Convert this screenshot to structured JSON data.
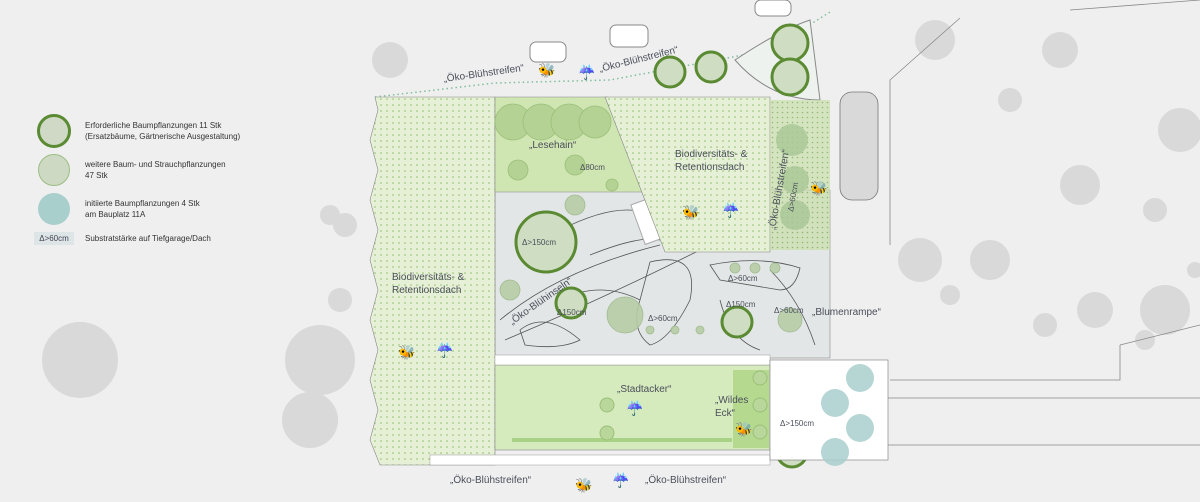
{
  "legend": [
    {
      "line1": "Erforderliche Baumpflanzungen 11 Stk",
      "line2": "(Ersatzbäume, Gärtnerische Ausgestaltung)"
    },
    {
      "line1": "weitere Baum- und Strauchpflanzungen",
      "line2": "47 Stk"
    },
    {
      "line1": "initiierte Baumpflanzungen  4 Stk",
      "line2": "am Bauplatz 11A"
    },
    {
      "tag": "Δ>60cm",
      "line1": "Substratstärke auf Tiefgarage/Dach"
    }
  ],
  "labels": {
    "bluehstreifen_top_left": "„Öko-Blühstreifen“",
    "bluehstreifen_top_mid": "„Öko-Blühstreifen“",
    "bluehstreifen_right": "„Öko-Blühstreifen“",
    "bluehstreifen_bottom_left": "„Öko-Blühstreifen“",
    "bluehstreifen_bottom_right": "„Öko-Blühstreifen“",
    "lesehain": "„Lesehain“",
    "roof_right_1": "Biodiversitäts- &",
    "roof_right_2": "Retentionsdach",
    "roof_left_1": "Biodiversitäts- &",
    "roof_left_2": "Retentionsdach",
    "bluehinseln": "„Öko-Blühinseln“",
    "blumenrampe": "„Blumenrampe“",
    "stadtacker": "„Stadtacker“",
    "wildes_1": "„Wildes",
    "wildes_2": "Eck“"
  },
  "depths": {
    "d80": "Δ80cm",
    "d150a": "Δ>150cm",
    "d150b": "Δ150cm",
    "d60a": "Δ>60cm",
    "d60b": "Δ>60cm",
    "d150c": "Δ150cm",
    "d60c": "Δ>60cm",
    "d60d": "Δ>60cm",
    "d150d": "Δ>150cm"
  },
  "colors": {
    "required_tree": "#5a8a32",
    "other_tree": "#b5cfa0",
    "initiated_tree": "#a9cfcd",
    "roof": "#e3efcf"
  }
}
